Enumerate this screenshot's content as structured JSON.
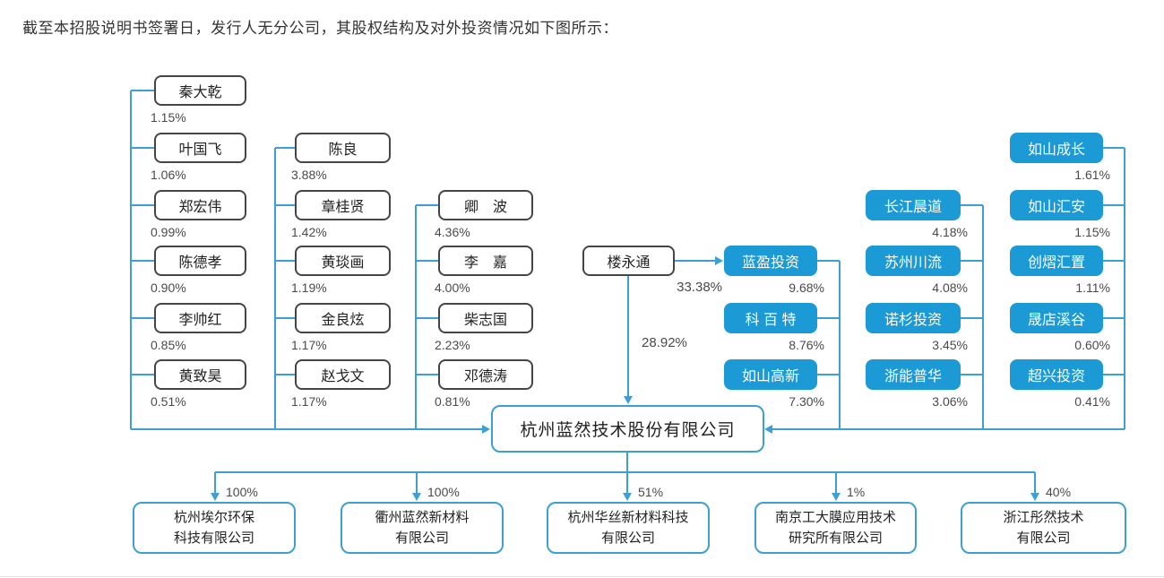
{
  "page": {
    "intro": "截至本招股说明书签署日，发行人无分公司，其股权结构及对外投资情况如下图所示："
  },
  "colors": {
    "accent_blue": "#1b9ad6",
    "line_blue": "#3d9fd4",
    "plain_border": "#454545",
    "text_dark": "#333333",
    "pct_text": "#4a4a4a"
  },
  "company": {
    "name": "杭州蓝然技术股份有限公司"
  },
  "chairman": {
    "name": "楼永通",
    "direct_pct": "28.92%",
    "to_lanying_pct": "33.38%"
  },
  "shareholder_columns": [
    {
      "style": "plain",
      "items": [
        {
          "name": "秦大乾",
          "pct": "1.15%"
        },
        {
          "name": "叶国飞",
          "pct": "1.06%"
        },
        {
          "name": "郑宏伟",
          "pct": "0.99%"
        },
        {
          "name": "陈德孝",
          "pct": "0.90%"
        },
        {
          "name": "李帅红",
          "pct": "0.85%"
        },
        {
          "name": "黄致昊",
          "pct": "0.51%"
        }
      ]
    },
    {
      "style": "plain",
      "items": [
        {
          "name": "陈良",
          "pct": "3.88%"
        },
        {
          "name": "章桂贤",
          "pct": "1.42%"
        },
        {
          "name": "黄琰画",
          "pct": "1.19%"
        },
        {
          "name": "金良炫",
          "pct": "1.17%"
        },
        {
          "name": "赵戈文",
          "pct": "1.17%"
        }
      ]
    },
    {
      "style": "plain",
      "items": [
        {
          "name": "卿　波",
          "pct": "4.36%"
        },
        {
          "name": "李　嘉",
          "pct": "4.00%"
        },
        {
          "name": "柴志国",
          "pct": "2.23%"
        },
        {
          "name": "邓德涛",
          "pct": "0.81%"
        }
      ]
    },
    {
      "style": "blue",
      "items": [
        {
          "name": "蓝盈投资",
          "pct": "9.68%"
        },
        {
          "name": "科 百 特",
          "pct": "8.76%"
        },
        {
          "name": "如山高新",
          "pct": "7.30%"
        }
      ]
    },
    {
      "style": "blue",
      "items": [
        {
          "name": "长江晨道",
          "pct": "4.18%"
        },
        {
          "name": "苏州川流",
          "pct": "4.08%"
        },
        {
          "name": "诺杉投资",
          "pct": "3.45%"
        },
        {
          "name": "浙能普华",
          "pct": "3.06%"
        }
      ]
    },
    {
      "style": "blue",
      "items": [
        {
          "name": "如山成长",
          "pct": "1.61%"
        },
        {
          "name": "如山汇安",
          "pct": "1.15%"
        },
        {
          "name": "创熠汇置",
          "pct": "1.11%"
        },
        {
          "name": "晟店溪谷",
          "pct": "0.60%"
        },
        {
          "name": "超兴投资",
          "pct": "0.41%"
        }
      ]
    }
  ],
  "subsidiaries": [
    {
      "lines": [
        "杭州埃尔环保",
        "科技有限公司"
      ],
      "pct": "100%"
    },
    {
      "lines": [
        "衢州蓝然新材料",
        "有限公司"
      ],
      "pct": "100%"
    },
    {
      "lines": [
        "杭州华丝新材料科技",
        "有限公司"
      ],
      "pct": "51%"
    },
    {
      "lines": [
        "南京工大膜应用技术",
        "研究所有限公司"
      ],
      "pct": "1%"
    },
    {
      "lines": [
        "浙江彤然技术",
        "有限公司"
      ],
      "pct": "40%"
    }
  ]
}
